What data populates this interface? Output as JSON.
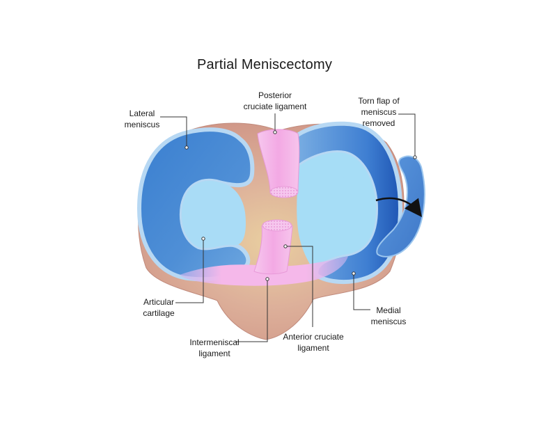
{
  "title": "Partial Meniscectomy",
  "labels": {
    "lateral_meniscus": [
      "Lateral",
      "meniscus"
    ],
    "posterior_cruciate_ligament": [
      "Posterior",
      "cruciate ligament"
    ],
    "torn_flap": [
      "Torn flap of",
      "meniscus",
      "removed"
    ],
    "articular_cartilage": [
      "Articular",
      "cartilage"
    ],
    "intermeniscal_ligament": [
      "Intermeniscal",
      "ligament"
    ],
    "anterior_cruciate_ligament": [
      "Anterior cruciate",
      "ligament"
    ],
    "medial_meniscus": [
      "Medial",
      "meniscus"
    ]
  },
  "colors": {
    "tibia": "#d9a596",
    "meniscus_light": "#a9d3f2",
    "meniscus_dark": "#2f6fc4",
    "cartilage": "#a6ddf6",
    "ligament": "#f2a6e3",
    "leader": "#333333"
  }
}
